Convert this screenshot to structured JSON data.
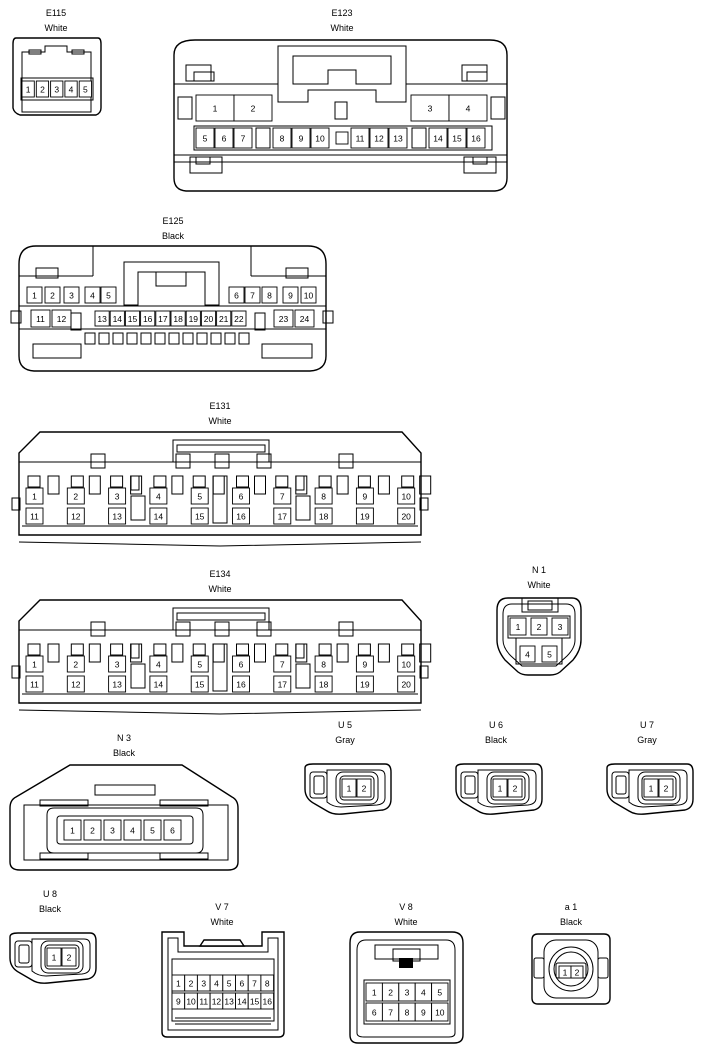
{
  "connectors": [
    {
      "id": "E115",
      "color": "White",
      "pins": [
        "1",
        "2",
        "3",
        "4",
        "5"
      ]
    },
    {
      "id": "E123",
      "color": "White",
      "pins": [
        "1",
        "2",
        "3",
        "4",
        "5",
        "6",
        "7",
        "8",
        "9",
        "10",
        "11",
        "12",
        "13",
        "14",
        "15",
        "16"
      ]
    },
    {
      "id": "E125",
      "color": "Black",
      "pins": [
        "1",
        "2",
        "3",
        "4",
        "5",
        "6",
        "7",
        "8",
        "9",
        "10",
        "11",
        "12",
        "13",
        "14",
        "15",
        "16",
        "17",
        "18",
        "19",
        "20",
        "21",
        "22",
        "23",
        "24"
      ]
    },
    {
      "id": "E131",
      "color": "White",
      "pins": [
        "1",
        "2",
        "3",
        "4",
        "5",
        "6",
        "7",
        "8",
        "9",
        "10",
        "11",
        "12",
        "13",
        "14",
        "15",
        "16",
        "17",
        "18",
        "19",
        "20"
      ]
    },
    {
      "id": "E134",
      "color": "White",
      "pins": [
        "1",
        "2",
        "3",
        "4",
        "5",
        "6",
        "7",
        "8",
        "9",
        "10",
        "11",
        "12",
        "13",
        "14",
        "15",
        "16",
        "17",
        "18",
        "19",
        "20"
      ]
    },
    {
      "id": "N 1",
      "color": "White",
      "pins": [
        "1",
        "2",
        "3",
        "4",
        "5"
      ]
    },
    {
      "id": "N 3",
      "color": "Black",
      "pins": [
        "1",
        "2",
        "3",
        "4",
        "5",
        "6"
      ]
    },
    {
      "id": "U 5",
      "color": "Gray",
      "pins": [
        "1",
        "2"
      ]
    },
    {
      "id": "U 6",
      "color": "Black",
      "pins": [
        "1",
        "2"
      ]
    },
    {
      "id": "U 7",
      "color": "Gray",
      "pins": [
        "1",
        "2"
      ]
    },
    {
      "id": "U 8",
      "color": "Black",
      "pins": [
        "1",
        "2"
      ]
    },
    {
      "id": "V 7",
      "color": "White",
      "pins": [
        "1",
        "2",
        "3",
        "4",
        "5",
        "6",
        "7",
        "8",
        "9",
        "10",
        "11",
        "12",
        "13",
        "14",
        "15",
        "16"
      ]
    },
    {
      "id": "V 8",
      "color": "White",
      "pins": [
        "1",
        "2",
        "3",
        "4",
        "5",
        "6",
        "7",
        "8",
        "9",
        "10"
      ]
    },
    {
      "id": "a 1",
      "color": "Black",
      "pins": [
        "1",
        "2"
      ]
    }
  ]
}
